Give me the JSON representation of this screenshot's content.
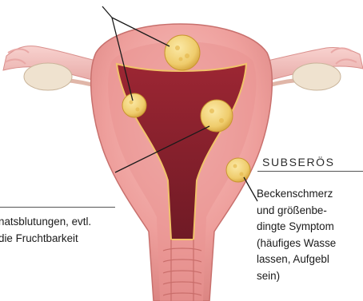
{
  "labels": {
    "subserous_heading": "SUBSERÖS",
    "subserous_text": "Beckenschmerz\nund größenbe-\ndingte Symptom\n(häufiges Wasse\nlassen, Aufgebl\nsein)",
    "left_text": "natsblutungen, evtl.\ndie Fruchtbarkeit"
  },
  "colors": {
    "uterus_outer": "#f2a9a6",
    "uterus_inner": "#e08a88",
    "cavity": "#b0303c",
    "cavity_dark": "#7e1f2b",
    "fibroid": "#f2d27a",
    "fibroid_edge": "#d9a63a",
    "tube": "#f4c1bf",
    "ovary": "#efe2cf",
    "leader_line": "#1a1a1a"
  },
  "icons": [
    "uterus-illustration",
    "fibroid-nodule"
  ]
}
